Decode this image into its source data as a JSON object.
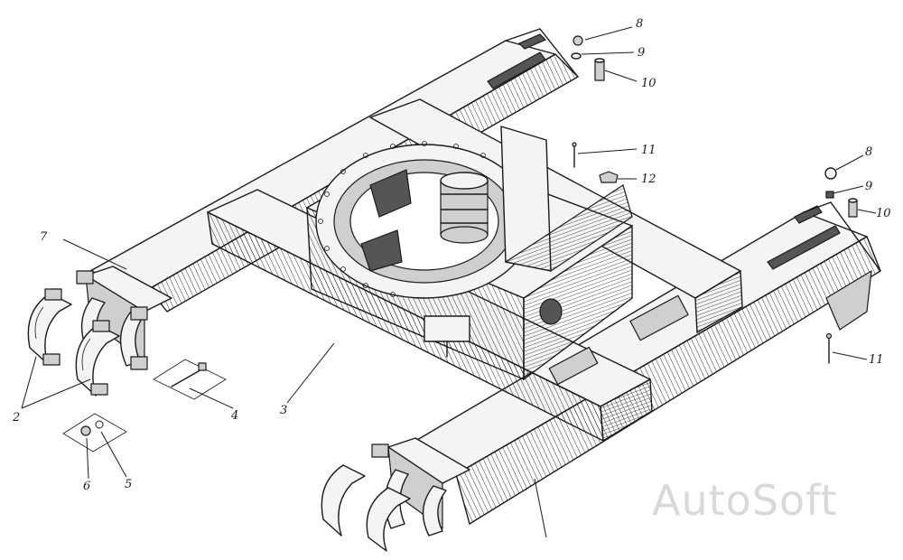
{
  "callouts": {
    "c2": "2",
    "c3": "3",
    "c4": "4",
    "c5": "5",
    "c6": "6",
    "c7": "7",
    "c8a": "8",
    "c9a": "9",
    "c10a": "10",
    "c11a": "11",
    "c12": "12",
    "c8b": "8",
    "c9b": "9",
    "c10b": "10",
    "c11b": "11"
  },
  "watermark": "AutoSoft"
}
